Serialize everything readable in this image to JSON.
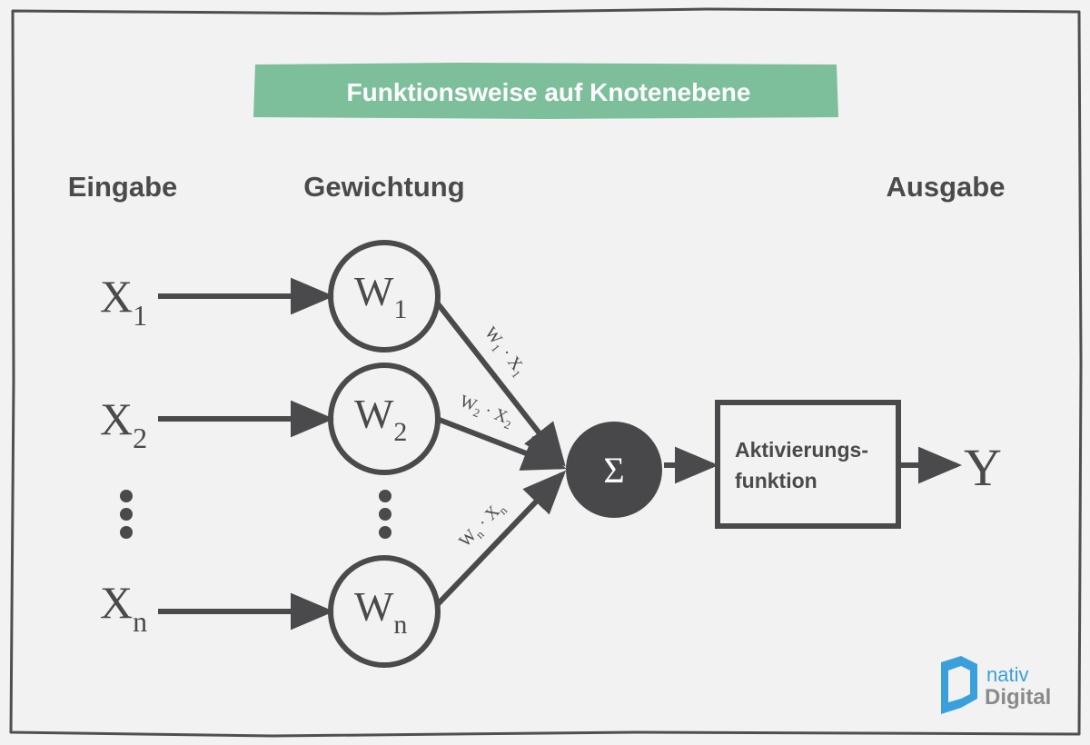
{
  "title": "Funktionsweise auf Knotenebene",
  "headers": {
    "input": "Eingabe",
    "weighting": "Gewichtung",
    "output": "Ausgabe"
  },
  "inputs": [
    {
      "base": "X",
      "sub": "1"
    },
    {
      "base": "X",
      "sub": "2"
    },
    {
      "base": "X",
      "sub": "n"
    }
  ],
  "weights": [
    {
      "base": "W",
      "sub": "1"
    },
    {
      "base": "W",
      "sub": "2"
    },
    {
      "base": "W",
      "sub": "n"
    }
  ],
  "products": [
    {
      "w": "W",
      "wsub": "1",
      "dot": "·",
      "x": "X",
      "xsub": "1"
    },
    {
      "w": "W",
      "wsub": "2",
      "dot": "·",
      "x": "X",
      "xsub": "2"
    },
    {
      "w": "W",
      "wsub": "n",
      "dot": "·",
      "x": "X",
      "xsub": "n"
    }
  ],
  "sum_symbol": "Σ",
  "activation": {
    "line1": "Aktivierungs-",
    "line2": "funktion"
  },
  "output_symbol": "Y",
  "logo": {
    "line1": "nativ",
    "line2": "Digital"
  },
  "colors": {
    "background": "#f2f2f2",
    "ink": "#4a4a4c",
    "banner": "#7dbf9a",
    "banner_text": "#ffffff",
    "sum_fill": "#48484a",
    "logo_blue": "#3aa0db",
    "logo_gray": "#8a8a8a"
  }
}
